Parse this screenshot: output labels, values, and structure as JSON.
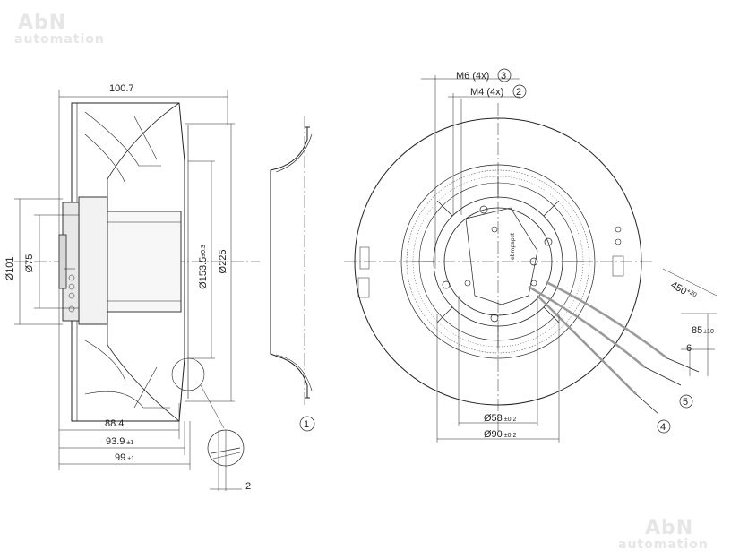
{
  "watermark": {
    "brand": "AbN",
    "sub": "automation"
  },
  "side_view": {
    "overall_width": "100.7",
    "dia_101": "Ø101",
    "dia_75": "Ø75",
    "dia_153_5": "Ø153.5",
    "dia_153_5_tol": "±0.3",
    "dia_225": "Ø225",
    "dim_88_4": "88.4",
    "dim_93_9": "93.9",
    "dim_93_9_tol": "±1",
    "dim_99": "99",
    "dim_99_tol": "±1",
    "detail_dim": "2"
  },
  "section_view": {
    "callout": "1"
  },
  "front_view": {
    "m6_label": "M6 (4x)",
    "m6_callout": "3",
    "m4_label": "M4 (4x)",
    "m4_callout": "2",
    "dia_58": "Ø58",
    "dia_58_tol": "±0.2",
    "dia_90": "Ø90",
    "dia_90_tol": "±0.2",
    "cable_length": "450",
    "cable_length_tol": "+20",
    "strip_length": "85",
    "strip_length_tol": "±10",
    "wire_end": "6",
    "callout_4": "4",
    "callout_5": "5",
    "brand_text": "ebmpapst"
  }
}
